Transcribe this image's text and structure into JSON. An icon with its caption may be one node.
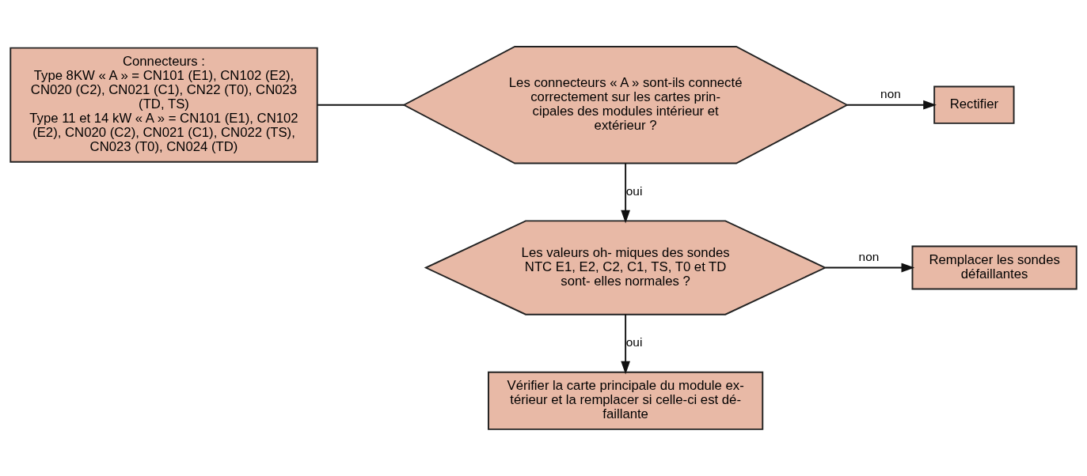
{
  "diagram": {
    "nodes": [
      {
        "text": [
          "Connecteurs :",
          "Type 8KW « A » = CN101 (E1), CN102 (E2), CN020 (C2), CN021 (C1), CN22 (T0), CN023 (TD, TS)",
          "Type 11 et 14 kW « A » = CN101 (E1), CN102 (E2), CN020 (C2), CN021 (C1), CN022 (TS), CN023 (T0), CN024 (TD)"
        ]
      },
      {
        "text": [
          "Les connecteurs « A » sont-ils connecté correctement sur les cartes prin- cipales des modules intérieur et extérieur ?"
        ]
      },
      {
        "text": [
          "Rectifier"
        ]
      },
      {
        "text": [
          "Les valeurs oh- miques des sondes NTC E1, E2, C2, C1, TS, T0 et TD sont- elles normales ?"
        ]
      },
      {
        "text": [
          "Remplacer les sondes défaillantes"
        ]
      },
      {
        "text": [
          "Vérifier la carte principale du module ex- térieur et la remplacer si celle-ci est dé- faillante"
        ]
      }
    ],
    "edges": [
      {
        "from": 0,
        "to": 1,
        "arrow": "none"
      },
      {
        "from": 1,
        "to": 2,
        "arrow": "to",
        "label": "non"
      },
      {
        "from": 1,
        "to": 3,
        "arrow": "to",
        "label": "oui"
      },
      {
        "from": 3,
        "to": 4,
        "arrow": "to",
        "label": "non"
      },
      {
        "from": 3,
        "to": 5,
        "arrow": "to",
        "label": "oui"
      }
    ]
  }
}
